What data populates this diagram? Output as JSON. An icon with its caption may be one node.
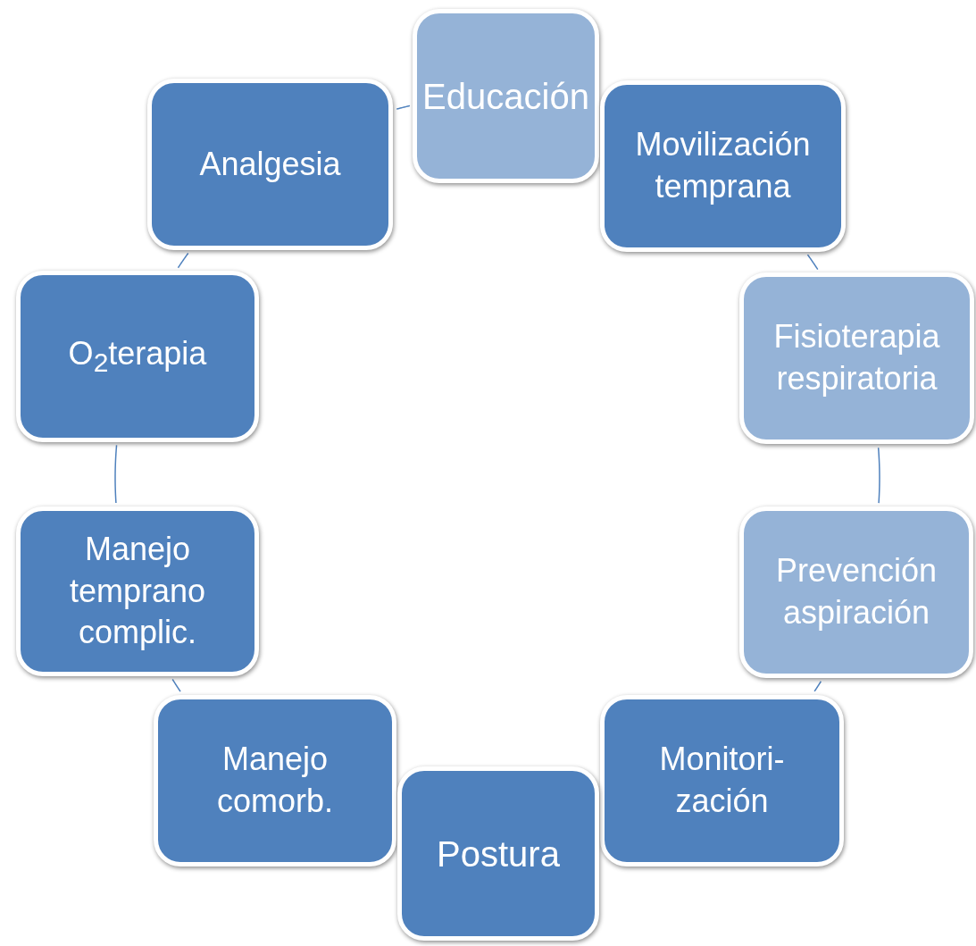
{
  "diagram": {
    "nodes": [
      {
        "text": [
          "Educación"
        ]
      },
      {
        "text": [
          "Movilización temprana"
        ]
      },
      {
        "text": [
          "Fisioterapia respiratoria"
        ]
      },
      {
        "text": [
          "Prevención aspiración"
        ]
      },
      {
        "text": [
          "Monitori- zación"
        ]
      },
      {
        "text": [
          "Postura"
        ]
      },
      {
        "text": [
          "Manejo comorb."
        ]
      },
      {
        "text": [
          "Manejo temprano complic."
        ]
      },
      {
        "text": [
          "O$_{2}$terapia"
        ]
      },
      {
        "text": [
          "Analgesia"
        ]
      }
    ],
    "edges": [
      {
        "from": 1,
        "to": 2,
        "arrow": "none"
      },
      {
        "from": 2,
        "to": 3,
        "arrow": "none"
      },
      {
        "from": 3,
        "to": 4,
        "arrow": "none"
      },
      {
        "from": 6,
        "to": 7,
        "arrow": "none"
      },
      {
        "from": 7,
        "to": 8,
        "arrow": "none"
      },
      {
        "from": 8,
        "to": 9,
        "arrow": "none"
      },
      {
        "from": 9,
        "to": 0,
        "arrow": "none"
      }
    ]
  }
}
